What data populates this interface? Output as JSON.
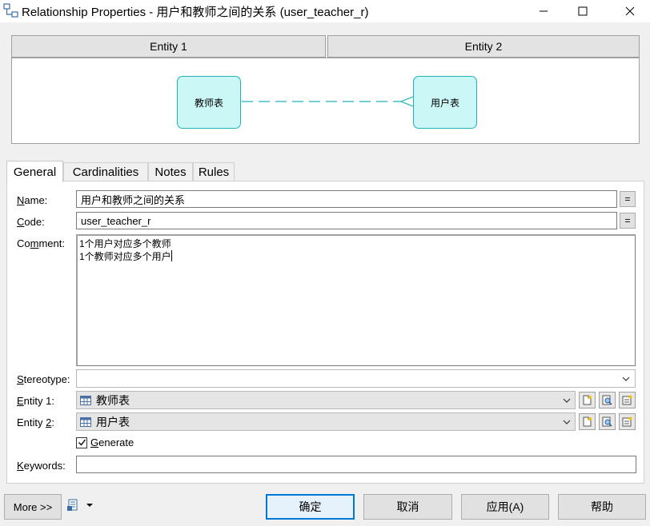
{
  "window": {
    "title": "Relationship Properties - 用户和教师之间的关系 (user_teacher_r)",
    "app_icon": "relationship-icon",
    "controls": [
      "minimize-icon",
      "maximize-icon",
      "close-icon"
    ]
  },
  "diagram": {
    "entity1_header": "Entity 1",
    "entity2_header": "Entity 2",
    "entity1_name": "教师表",
    "entity2_name": "用户表",
    "box_color": "#ccf7f7",
    "border_color": "#22b2b8"
  },
  "tabs": [
    {
      "label": "General",
      "active": true
    },
    {
      "label": "Cardinalities",
      "active": false
    },
    {
      "label": "Notes",
      "active": false
    },
    {
      "label": "Rules",
      "active": false
    }
  ],
  "form": {
    "name_label_u": "N",
    "name_label_rest": "ame:",
    "name_value": "用户和教师之间的关系",
    "code_label_u": "C",
    "code_label_rest": "ode:",
    "code_value": "user_teacher_r",
    "comment_label_pre": "Co",
    "comment_label_u": "m",
    "comment_label_rest": "ment:",
    "comment_line1": "1个用户对应多个教师",
    "comment_line2": "1个教师对应多个用户",
    "stereotype_label_u": "S",
    "stereotype_label_rest": "tereotype:",
    "stereotype_value": "",
    "entity1_label_u": "E",
    "entity1_label_rest": "ntity 1:",
    "entity1_value": "教师表",
    "entity2_label_pre": "Entity ",
    "entity2_label_u": "2",
    "entity2_label_rest": ":",
    "entity2_value": "用户表",
    "generate_label_u": "G",
    "generate_label_rest": "enerate",
    "generate_checked": true,
    "keywords_label_u": "K",
    "keywords_label_rest": "eywords:",
    "keywords_value": "",
    "eq_label": "="
  },
  "buttons": {
    "more": "More >>",
    "ok": "确定",
    "cancel": "取消",
    "apply": "应用(A)",
    "help": "帮助"
  },
  "colors": {
    "accent": "#0078d7",
    "relationship_line": "#22b2b8"
  }
}
